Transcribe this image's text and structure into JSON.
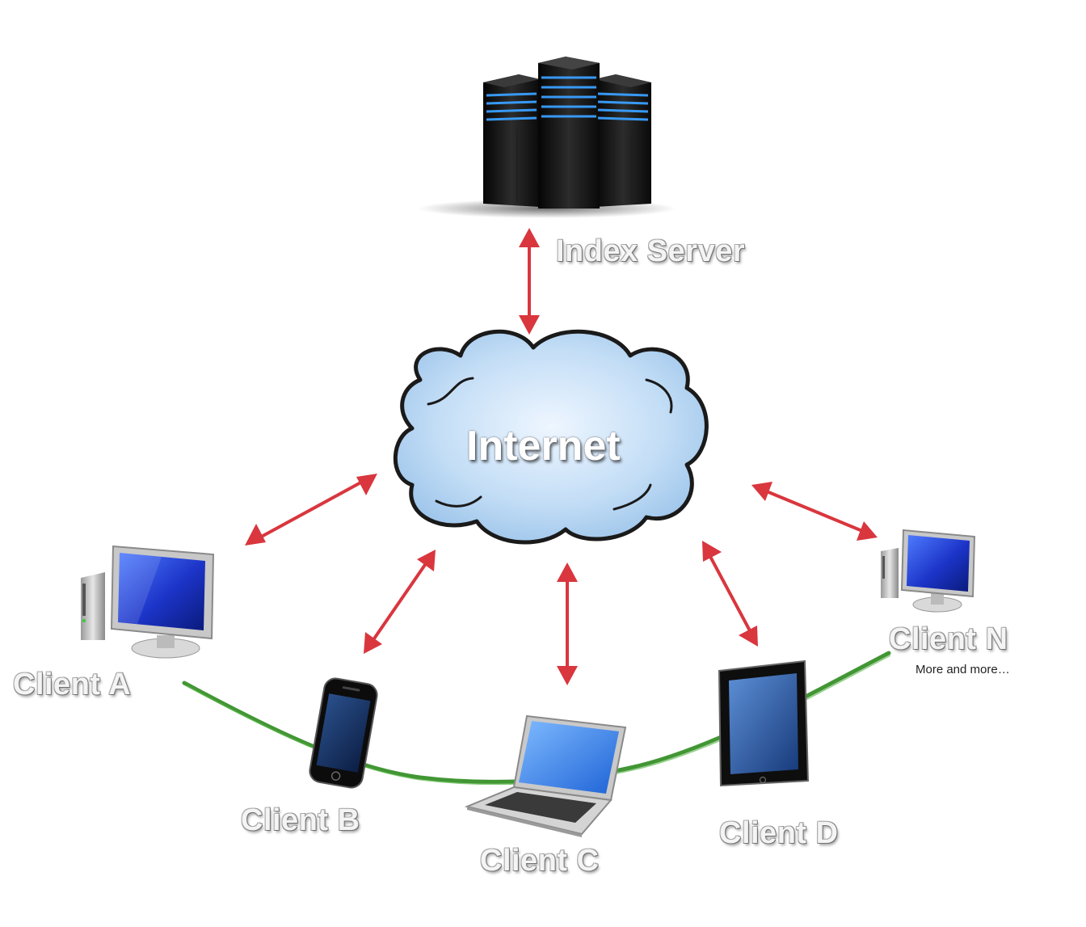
{
  "nodes": {
    "server": {
      "label": "Index Server",
      "icon": "server-rack-icon"
    },
    "internet": {
      "label": "Internet",
      "icon": "cloud-icon"
    },
    "client_a": {
      "label": "Client A",
      "icon": "desktop-computer-icon"
    },
    "client_b": {
      "label": "Client B",
      "icon": "smartphone-icon"
    },
    "client_c": {
      "label": "Client C",
      "icon": "laptop-icon"
    },
    "client_d": {
      "label": "Client D",
      "icon": "tablet-icon"
    },
    "client_n": {
      "label": "Client N",
      "sublabel": "More and more…",
      "icon": "desktop-computer-icon"
    }
  },
  "edges": [
    {
      "from": "server",
      "to": "internet",
      "style": "bidirectional-arrow"
    },
    {
      "from": "internet",
      "to": "client_a",
      "style": "bidirectional-arrow"
    },
    {
      "from": "internet",
      "to": "client_b",
      "style": "bidirectional-arrow"
    },
    {
      "from": "internet",
      "to": "client_c",
      "style": "bidirectional-arrow"
    },
    {
      "from": "internet",
      "to": "client_d",
      "style": "bidirectional-arrow"
    },
    {
      "from": "internet",
      "to": "client_n",
      "style": "bidirectional-arrow"
    }
  ],
  "client_link": {
    "style": "curve",
    "connects": [
      "client_a",
      "client_b",
      "client_c",
      "client_d",
      "client_n"
    ]
  },
  "colors": {
    "arrow": "#d9363e",
    "peer_curve": "#2e8b1e",
    "cloud_fill": "#bcd9f4",
    "cloud_stroke": "#1a1a1a",
    "screen_blue": "#1f3fd1",
    "server_glow": "#3aa0ff"
  }
}
